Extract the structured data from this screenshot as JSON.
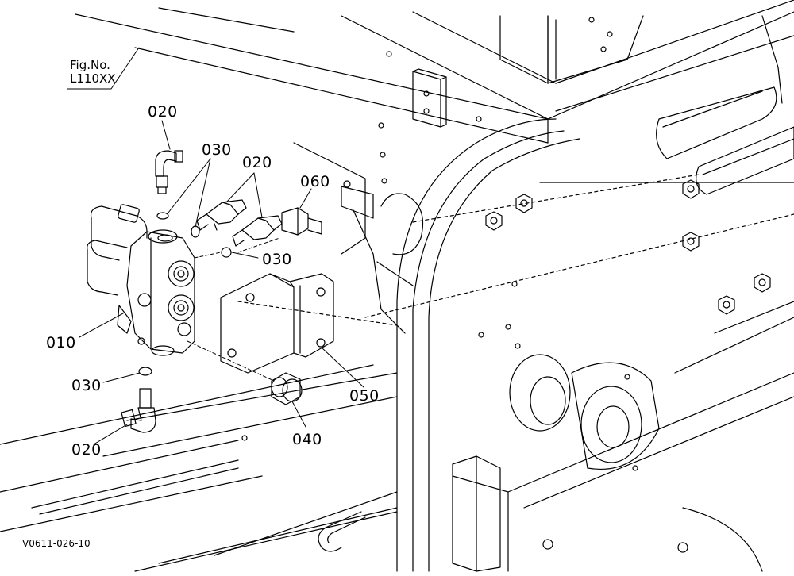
{
  "figure": {
    "fig_label": "Fig.No.",
    "fig_number": "L110XX",
    "drawing_code": "V0611-026-10"
  },
  "parts": [
    {
      "id": "010",
      "label": "010"
    },
    {
      "id": "020a",
      "label": "020"
    },
    {
      "id": "020b",
      "label": "020"
    },
    {
      "id": "020c",
      "label": "020"
    },
    {
      "id": "030a",
      "label": "030"
    },
    {
      "id": "030b",
      "label": "030"
    },
    {
      "id": "030c",
      "label": "030"
    },
    {
      "id": "040",
      "label": "040"
    },
    {
      "id": "050",
      "label": "050"
    },
    {
      "id": "060",
      "label": "060"
    }
  ],
  "colors": {
    "ink": "#000000",
    "background": "#ffffff"
  }
}
